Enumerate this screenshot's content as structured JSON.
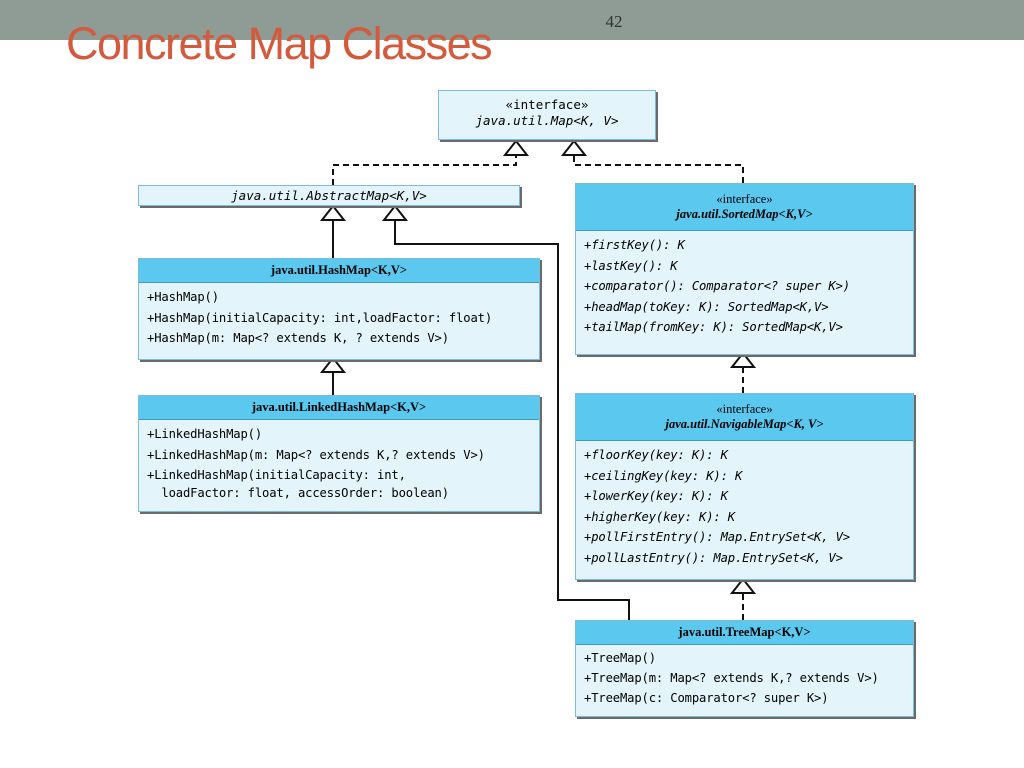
{
  "slide": {
    "number": "42",
    "title": "Concrete Map Classes"
  },
  "diagram": {
    "map": {
      "stereotype": "«interface»",
      "name": "java.util.Map<K, V>"
    },
    "abstract_map": {
      "name": "java.util.AbstractMap<K,V>"
    },
    "sorted_map": {
      "stereotype": "«interface»",
      "name": "java.util.SortedMap<K,V>",
      "members": [
        "+firstKey(): K",
        "+lastKey(): K",
        "+comparator(): Comparator<? super K>)",
        "+headMap(toKey: K): SortedMap<K,V>",
        "+tailMap(fromKey: K): SortedMap<K,V>"
      ]
    },
    "hash_map": {
      "name": "java.util.HashMap<K,V>",
      "members": [
        "+HashMap()",
        "+HashMap(initialCapacity: int,loadFactor: float)",
        "+HashMap(m: Map<? extends K, ? extends V>)"
      ]
    },
    "linked_hash_map": {
      "name": "java.util.LinkedHashMap<K,V>",
      "members": [
        "+LinkedHashMap()",
        "+LinkedHashMap(m: Map<? extends K,? extends V>)",
        "+LinkedHashMap(initialCapacity: int,\n  loadFactor: float, accessOrder: boolean)"
      ]
    },
    "navigable_map": {
      "stereotype": "«interface»",
      "name": "java.util.NavigableMap<K, V>",
      "members": [
        "+floorKey(key: K): K",
        "+ceilingKey(key: K): K",
        "+lowerKey(key: K): K",
        "+higherKey(key: K): K",
        "+pollFirstEntry(): Map.EntrySet<K, V>",
        "+pollLastEntry(): Map.EntrySet<K, V>"
      ]
    },
    "tree_map": {
      "name": "java.util.TreeMap<K,V>",
      "members": [
        "+TreeMap()",
        "+TreeMap(m: Map<? extends K,? extends V>)",
        "+TreeMap(c: Comparator<? super K>)"
      ]
    }
  }
}
